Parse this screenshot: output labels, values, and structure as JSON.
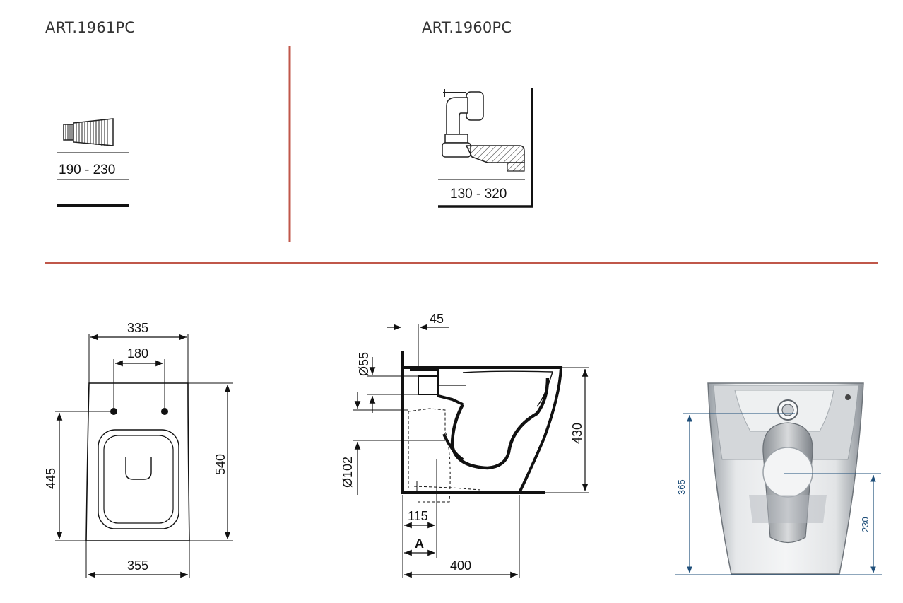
{
  "colors": {
    "accent": "#c0574a",
    "ink": "#111111",
    "dim_blue": "#1f4f7a"
  },
  "art_left": {
    "label": "ART.1961PC",
    "range": "190 - 230"
  },
  "art_right": {
    "label": "ART.1960PC",
    "range": "130 - 320"
  },
  "plan_view": {
    "width_top": "335",
    "hole_spacing": "180",
    "width_bottom": "355",
    "depth_to_holes": "445",
    "total_depth": "540"
  },
  "side_view": {
    "setback": "45",
    "inlet_diameter": "Ø55",
    "outlet_diameter": "Ø102",
    "height": "430",
    "outlet_offset": "115",
    "a_label": "A",
    "length": "400"
  },
  "rear_view": {
    "height_inlet": "365",
    "height_outlet": "230"
  }
}
